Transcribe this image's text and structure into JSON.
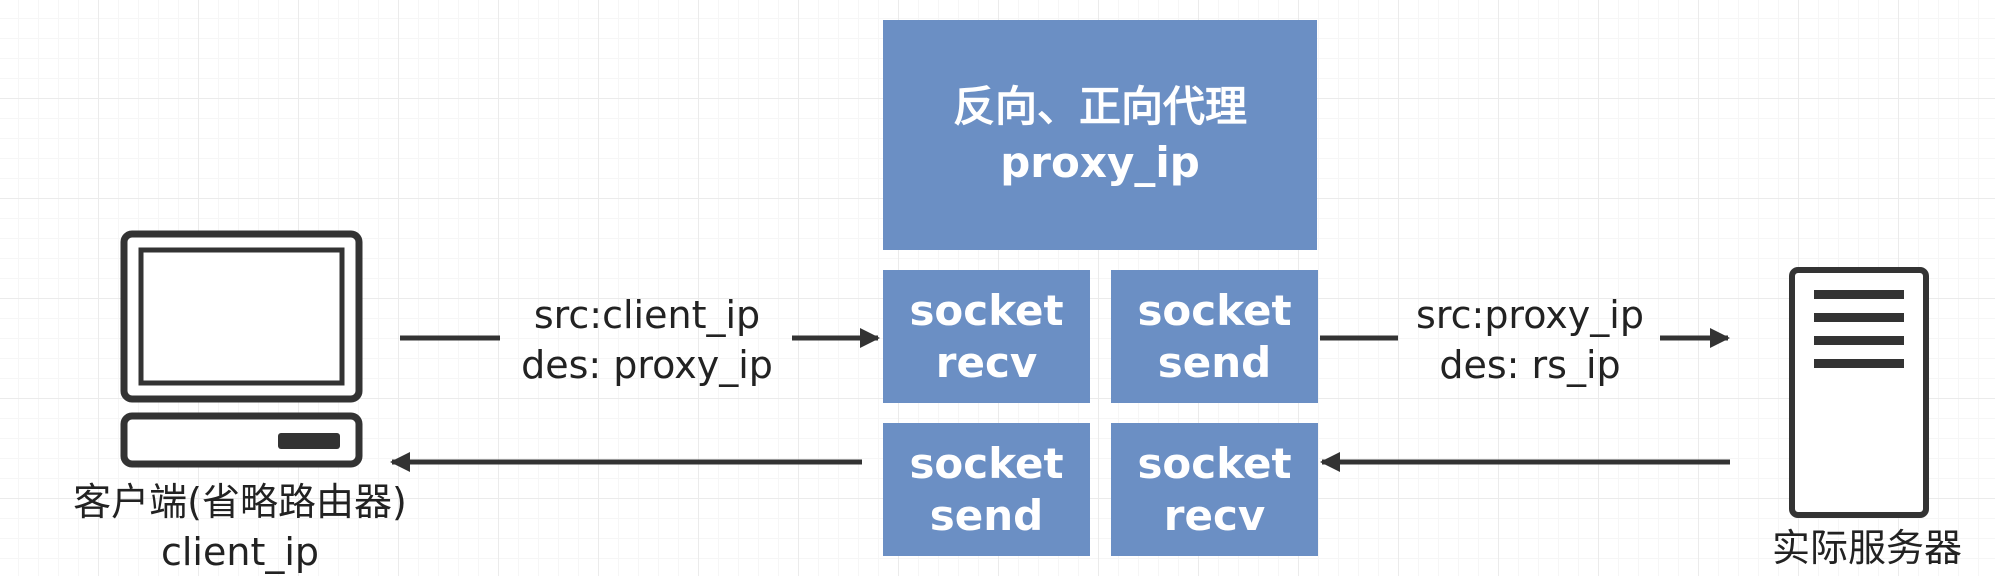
{
  "proxy": {
    "title": "反向、正向代理",
    "ip": "proxy_ip"
  },
  "sockets": {
    "top_left": {
      "line1": "socket",
      "line2": "recv"
    },
    "top_right": {
      "line1": "socket",
      "line2": "send"
    },
    "bottom_left": {
      "line1": "socket",
      "line2": "send"
    },
    "bottom_right": {
      "line1": "socket",
      "line2": "recv"
    }
  },
  "left_packet": {
    "src": "src:client_ip",
    "des": "des: proxy_ip"
  },
  "right_packet": {
    "src": "src:proxy_ip",
    "des": "des: rs_ip"
  },
  "client": {
    "label": "客户端(省略路由器)",
    "ip": "client_ip",
    "icon": "computer-icon"
  },
  "server": {
    "label": "实际服务器",
    "icon": "server-icon"
  },
  "colors": {
    "box_fill": "#6b8fc4",
    "box_text": "#ffffff",
    "line": "#333333"
  }
}
